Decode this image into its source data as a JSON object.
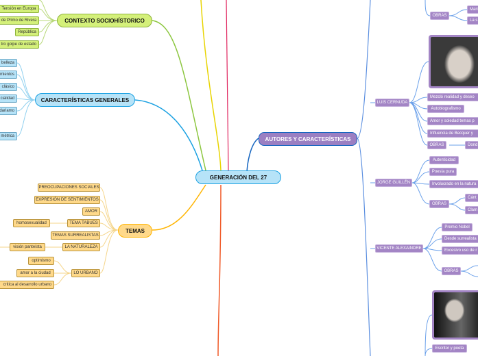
{
  "center": "GENERACIÓN DEL 27",
  "contexto": {
    "title": "CONTEXTO SOCIOHÍSTORICO",
    "items": [
      "Tensión en Europa",
      "de Primo de Rivera",
      "República",
      "tro golpe de estado"
    ]
  },
  "caracteristicas": {
    "title": "CARACTERÍSTICAS GENERALES",
    "items": [
      "belleza",
      "mientos",
      "clásico",
      "cialidad",
      "dariamo",
      "métrica"
    ]
  },
  "temas": {
    "title": "TEMAS",
    "items": [
      "PREOCUPACIONES SOCIALES",
      "EXPRESIÓN DE SENTIMIENTOS",
      "AMOR",
      "TEMA TABUES",
      "TEMAS SURREALISTAS",
      "LA NATURALEZA",
      "LO URBANO"
    ],
    "tabues_child": "homosexualidad",
    "naturaleza_child": "visión panteísta",
    "urbano_children": [
      "optimismo",
      "amor a la ciudad",
      "critica al desarrollo urbano"
    ]
  },
  "autores": {
    "title": "AUTORES Y CARACTERÍSTICAS",
    "top": {
      "obras": "OBRAS",
      "obras_children": [
        "Mari",
        "La s"
      ]
    },
    "cernuda": {
      "name": "LUIS CERNUDA",
      "items": [
        "Mezcló realidad y deseo",
        "Autobiografismo",
        "Amor y soledad temas p",
        "Influencia de Becquer y",
        "OBRAS"
      ],
      "obras_child": "Dond"
    },
    "guillen": {
      "name": "JORGE GUILLÉN",
      "items": [
        "Autenticidad",
        "Poesía pura",
        "Involucrado en la natura",
        "OBRAS"
      ],
      "obras_children": [
        "Cánt",
        "Clam"
      ]
    },
    "alexaindre": {
      "name": "VICENTE ALEXAINDRE",
      "items": [
        "Premio Nobel",
        "Desde surrealista",
        "Excesivo uso de r",
        "OBRAS"
      ]
    },
    "last": {
      "items": [
        "Escritor y poeta"
      ]
    }
  }
}
